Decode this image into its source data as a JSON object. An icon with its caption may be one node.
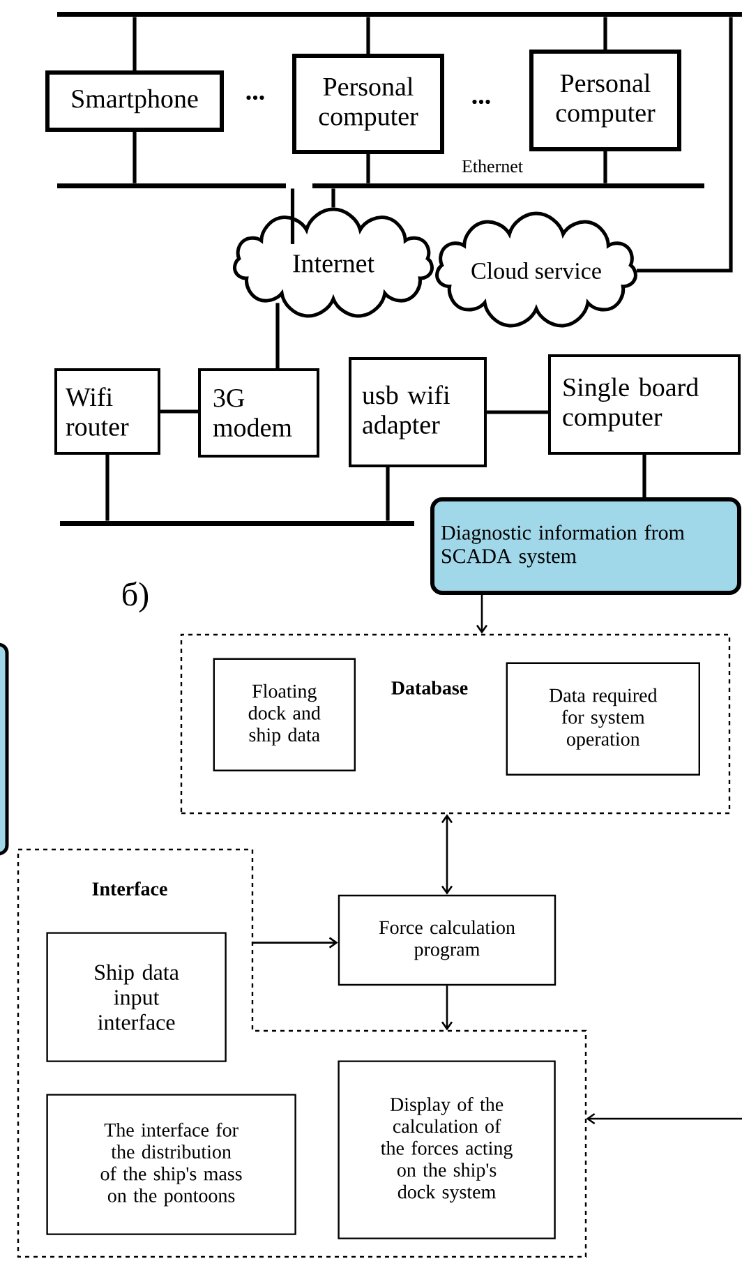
{
  "diagram": {
    "nodes": [
      {
        "text": [],
        "shape": "bar"
      },
      {
        "text": [
          "Smartphone"
        ]
      },
      {
        "text": [
          "Personal computer"
        ]
      },
      {
        "text": [
          "Personal computer"
        ]
      },
      {
        "text": [],
        "shape": "bar"
      },
      {
        "text": [],
        "shape": "bar"
      },
      {
        "text": [
          "Internet"
        ]
      },
      {
        "text": [
          "Cloud service"
        ]
      },
      {
        "text": [
          "Wifi router"
        ]
      },
      {
        "text": [
          "3G modem"
        ]
      },
      {
        "text": [
          "usb wifi adapter"
        ]
      },
      {
        "text": [
          "Single board computer"
        ]
      },
      {
        "text": [],
        "shape": "bar"
      },
      {
        "text": [
          "Diagnostic information from SCADA system"
        ]
      },
      {
        "text": [
          "Database"
        ]
      },
      {
        "text": [
          "Floating dock and ship data"
        ],
        "in": 14
      },
      {
        "text": [
          "Data required for system operation"
        ],
        "in": 14
      },
      {
        "text": [
          "Interface"
        ]
      },
      {
        "text": [
          "Ship data input interface"
        ],
        "in": 17
      },
      {
        "text": [
          "The interface for the distribution of the ship's mass on the pontoons"
        ],
        "in": 17
      },
      {
        "text": [
          "Force calculation program"
        ]
      },
      {
        "text": [
          "Display of the calculation of the forces acting on the ship's dock system"
        ],
        "in": 17
      }
    ],
    "edges": [
      {
        "from": 0,
        "to": 1,
        "arrow": "none"
      },
      {
        "from": 0,
        "to": 2,
        "arrow": "none"
      },
      {
        "from": 0,
        "to": 3,
        "arrow": "none"
      },
      {
        "from": 0,
        "to": 7,
        "arrow": "none"
      },
      {
        "from": 1,
        "to": 4,
        "arrow": "none"
      },
      {
        "from": 2,
        "to": 5,
        "arrow": "none"
      },
      {
        "from": 3,
        "to": 5,
        "arrow": "none"
      },
      {
        "from": 4,
        "to": 6,
        "arrow": "none"
      },
      {
        "from": 5,
        "to": 6,
        "arrow": "none"
      },
      {
        "from": 6,
        "to": 9,
        "arrow": "none"
      },
      {
        "from": 8,
        "to": 9,
        "arrow": "none"
      },
      {
        "from": 10,
        "to": 11,
        "arrow": "none"
      },
      {
        "from": 8,
        "to": 12,
        "arrow": "none"
      },
      {
        "from": 10,
        "to": 12,
        "arrow": "none"
      },
      {
        "from": 11,
        "to": 13,
        "arrow": "none"
      },
      {
        "from": 13,
        "to": 14,
        "arrow": "to"
      },
      {
        "from": 14,
        "to": 20,
        "arrow": "both"
      },
      {
        "from": 17,
        "to": 20,
        "arrow": "to"
      },
      {
        "from": 20,
        "to": 17,
        "arrow": "to"
      },
      {
        "from": null,
        "to": 17,
        "arrow": "to"
      }
    ],
    "labels": [
      "...",
      "...",
      "Ethernet",
      "б)"
    ]
  }
}
